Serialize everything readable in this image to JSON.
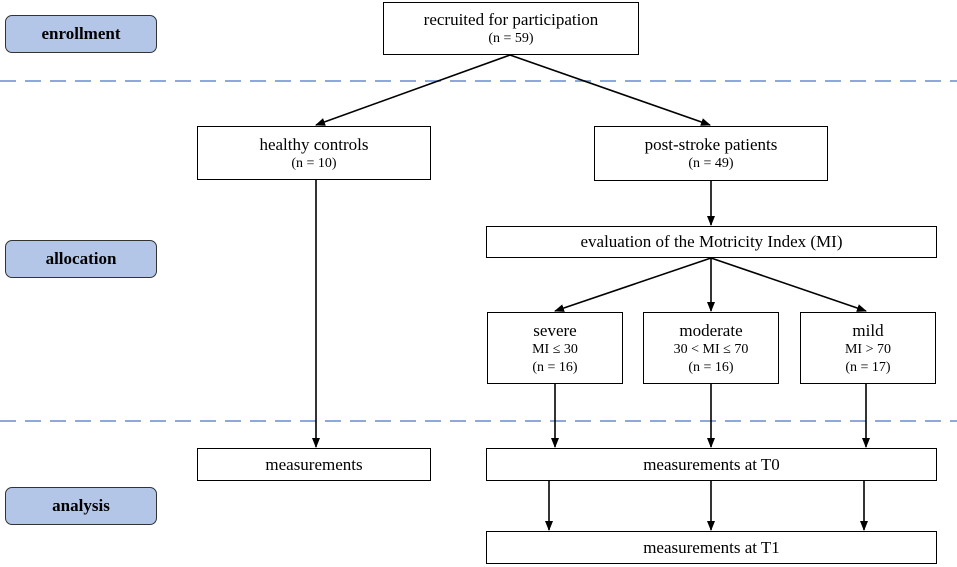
{
  "stages": {
    "enrollment": "enrollment",
    "allocation": "allocation",
    "analysis": "analysis"
  },
  "boxes": {
    "recruited": {
      "title": "recruited for participation",
      "n": "(n = 59)"
    },
    "healthy": {
      "title": "healthy controls",
      "n": "(n = 10)"
    },
    "poststroke": {
      "title": "post-stroke patients",
      "n": "(n = 49)"
    },
    "mi_eval": {
      "title": "evaluation of the Motricity Index (MI)"
    },
    "severe": {
      "title": "severe",
      "criterion": "MI ≤ 30",
      "n": "(n = 16)"
    },
    "moderate": {
      "title": "moderate",
      "criterion": "30 < MI ≤ 70",
      "n": "(n = 16)"
    },
    "mild": {
      "title": "mild",
      "criterion": "MI > 70",
      "n": "(n = 17)"
    },
    "measurements": {
      "title": "measurements"
    },
    "t0": {
      "title": "measurements at T0"
    },
    "t1": {
      "title": "measurements at T1"
    }
  },
  "colors": {
    "stage_fill": "#b4c6e7",
    "divider": "#8fa8dc"
  }
}
